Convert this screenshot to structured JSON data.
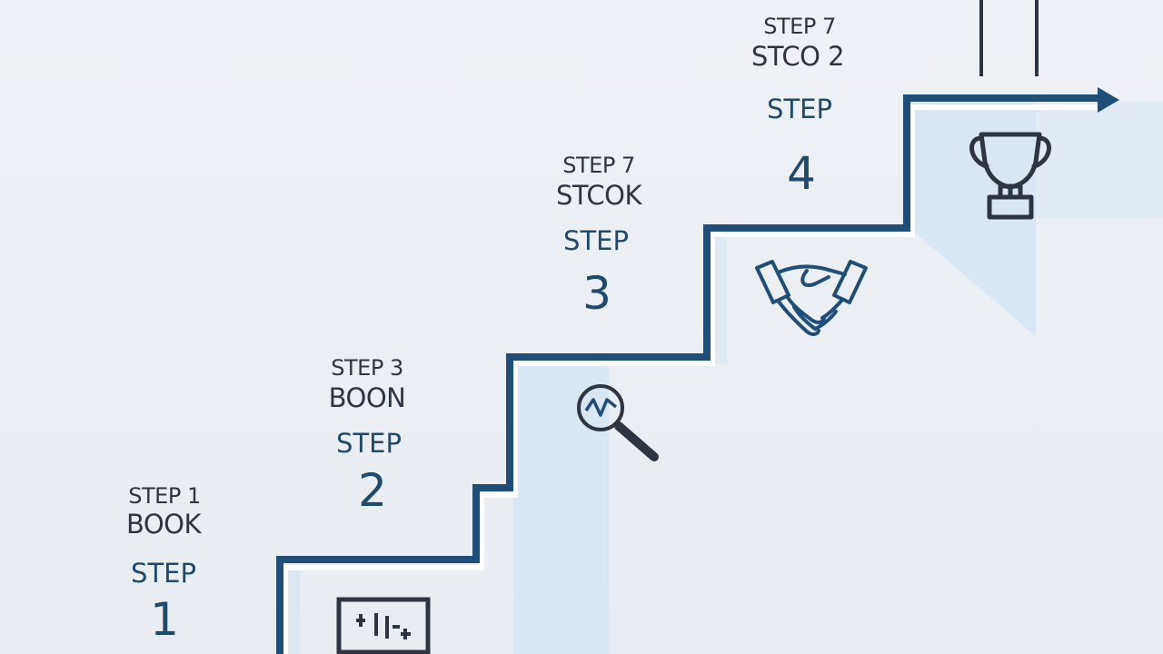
{
  "colors": {
    "stair_line": "#1f4f78",
    "label_text": "#2e3440",
    "step_text": "#1e4a6e",
    "shade": "#cfe0f1",
    "background": "#eceff4"
  },
  "steps": [
    {
      "line1": "STEP 1",
      "line2": "BOOK",
      "word": "STEP",
      "number": "1",
      "icon": "board-chart-icon"
    },
    {
      "line1": "STEP 3",
      "line2": "BOON",
      "word": "STEP",
      "number": "2",
      "icon": "magnifier-chart-icon"
    },
    {
      "line1": "STEP 7",
      "line2": "STCOK",
      "word": "STEP",
      "number": "3",
      "icon": "handshake-icon"
    },
    {
      "line1": "STEP 7",
      "line2": "STCO 2",
      "word": "STEP",
      "number": "4",
      "icon": "trophy-icon"
    }
  ]
}
